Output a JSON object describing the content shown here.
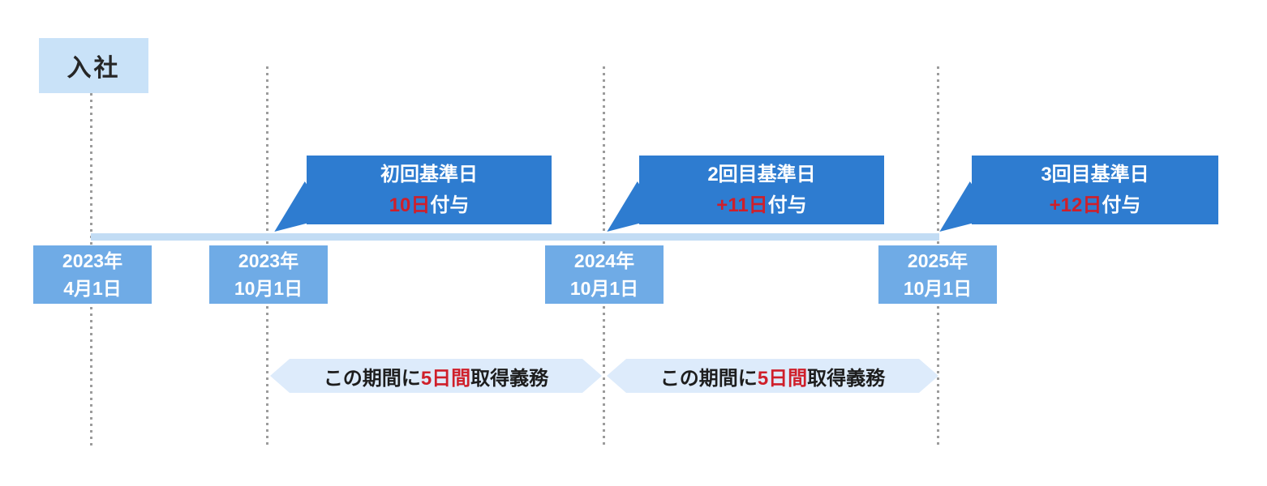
{
  "diagram": {
    "start_label": "入社",
    "timeline_dates": [
      {
        "line1": "2023年",
        "line2": "4月1日"
      },
      {
        "line1": "2023年",
        "line2": "10月1日"
      },
      {
        "line1": "2024年",
        "line2": "10月1日"
      },
      {
        "line1": "2025年",
        "line2": "10月1日"
      }
    ],
    "grant_bubbles": [
      {
        "title": "初回基準日",
        "grant_highlight": "10日",
        "grant_suffix": "付与"
      },
      {
        "title": "2回目基準日",
        "grant_highlight": "+11日",
        "grant_suffix": "付与"
      },
      {
        "title": "3回目基準日",
        "grant_highlight": "+12日",
        "grant_suffix": "付与"
      }
    ],
    "obligation_ribbons": [
      {
        "prefix": "この期間に",
        "highlight": "5日間",
        "suffix": "取得義務"
      },
      {
        "prefix": "この期間に",
        "highlight": "5日間",
        "suffix": "取得義務"
      }
    ],
    "colors": {
      "bubble_blue": "#2e7cd0",
      "date_box_blue": "#6fabe6",
      "start_box_blue": "#c9e2f8",
      "timeline_bar_blue": "#c2dcf4",
      "ribbon_blue": "#ddebfb",
      "highlight_red": "#cf1f2a",
      "guide_line_gray": "#9c9c9c"
    }
  }
}
